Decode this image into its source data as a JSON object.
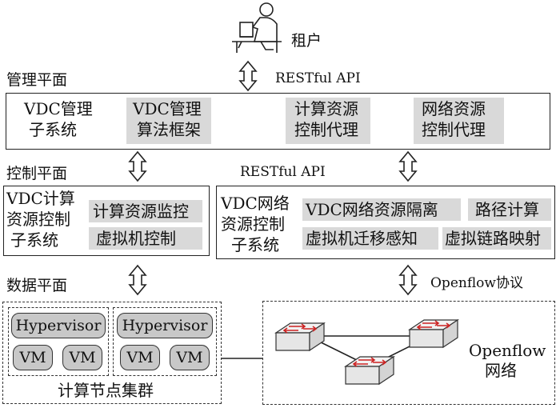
{
  "tenant": {
    "label": "租户"
  },
  "api": {
    "top": "RESTful API",
    "middle": "RESTful API",
    "openflow": "Openflow协议"
  },
  "planes": {
    "management": "管理平面",
    "control": "控制平面",
    "data": "数据平面"
  },
  "management": {
    "vdc_subsystem": [
      "VDC管理",
      "子系统"
    ],
    "vdc_algorithm": [
      "VDC管理",
      "算法框架"
    ],
    "compute_agent": [
      "计算资源",
      "控制代理"
    ],
    "network_agent": [
      "网络资源",
      "控制代理"
    ]
  },
  "control": {
    "compute_subsystem": [
      "VDC计算",
      "资源控制",
      "子系统"
    ],
    "compute_monitor": "计算资源监控",
    "vm_control": "虚拟机控制",
    "network_subsystem": [
      "VDC网络",
      "资源控制",
      "子系统"
    ],
    "network_isolation": "VDC网络资源隔离",
    "path_compute": "路径计算",
    "vm_migration": "虚拟机迁移感知",
    "virtual_link": "虚拟链路映射"
  },
  "data": {
    "hypervisor": "Hypervisor",
    "vm": "VM",
    "cluster_label": "计算节点集群",
    "network_label": [
      "Openflow",
      "网络"
    ]
  },
  "colors": {
    "grey_fill": "#d9d9d9",
    "switch_arrow": "#cc2222",
    "line": "#222222"
  }
}
